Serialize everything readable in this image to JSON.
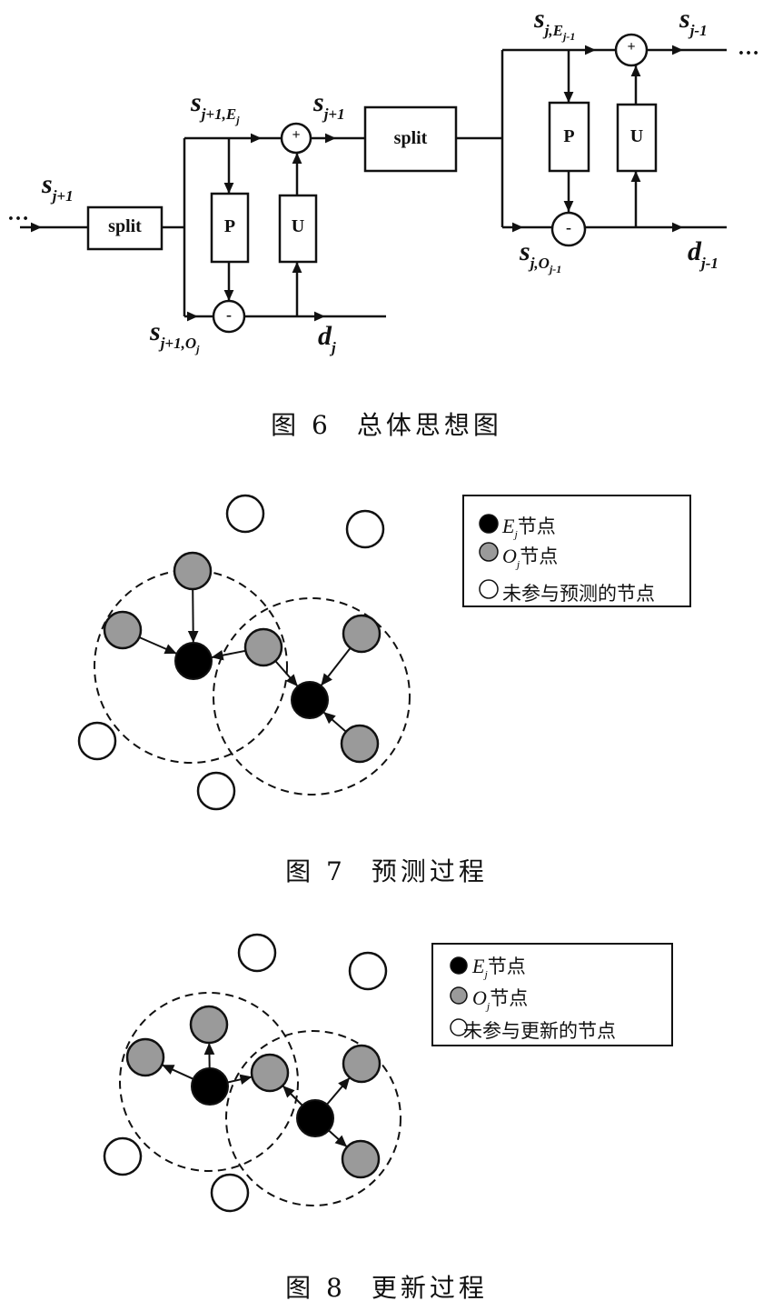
{
  "figure6": {
    "caption_num": "图 6",
    "caption_text": "总体思想图",
    "ellipsis": "…",
    "blocks": {
      "split1": "split",
      "split2": "split",
      "p1": "P",
      "u1": "U",
      "p2": "P",
      "u2": "U",
      "plus": "+",
      "minus": "-"
    },
    "labels": {
      "in_s": {
        "base": "s",
        "sub": "j+1",
        "subsub": ""
      },
      "even1": {
        "base": "s",
        "sub": "j+1,E",
        "subsub": "j"
      },
      "out1": {
        "base": "s",
        "sub": "j+1",
        "subsub": ""
      },
      "odd1": {
        "base": "s",
        "sub": "j+1,O",
        "subsub": "j"
      },
      "d1": {
        "base": "d",
        "sub": "j",
        "subsub": ""
      },
      "even2": {
        "base": "s",
        "sub": "j,E",
        "subsub": "j-1"
      },
      "out2": {
        "base": "s",
        "sub": "j-1",
        "subsub": ""
      },
      "odd2": {
        "base": "s",
        "sub": "j,O",
        "subsub": "j-1"
      },
      "d2": {
        "base": "d",
        "sub": "j-1",
        "subsub": ""
      }
    }
  },
  "figure7": {
    "caption_num": "图 7",
    "caption_text": "预测过程",
    "legend": [
      {
        "sym": "E",
        "sub": "j",
        "text": "节点"
      },
      {
        "sym": "O",
        "sub": "j",
        "text": "节点"
      },
      {
        "sym": "",
        "sub": "",
        "text": "未参与预测的节点"
      }
    ]
  },
  "figure8": {
    "caption_num": "图 8",
    "caption_text": "更新过程",
    "legend": [
      {
        "sym": "E",
        "sub": "j",
        "text": "节点"
      },
      {
        "sym": "O",
        "sub": "j",
        "text": "节点"
      },
      {
        "sym": "",
        "sub": "",
        "text": "未参与更新的节点"
      }
    ]
  },
  "colors": {
    "even_node": "#000000",
    "odd_node": "#9a9a9a",
    "other_node": "#ffffff"
  }
}
